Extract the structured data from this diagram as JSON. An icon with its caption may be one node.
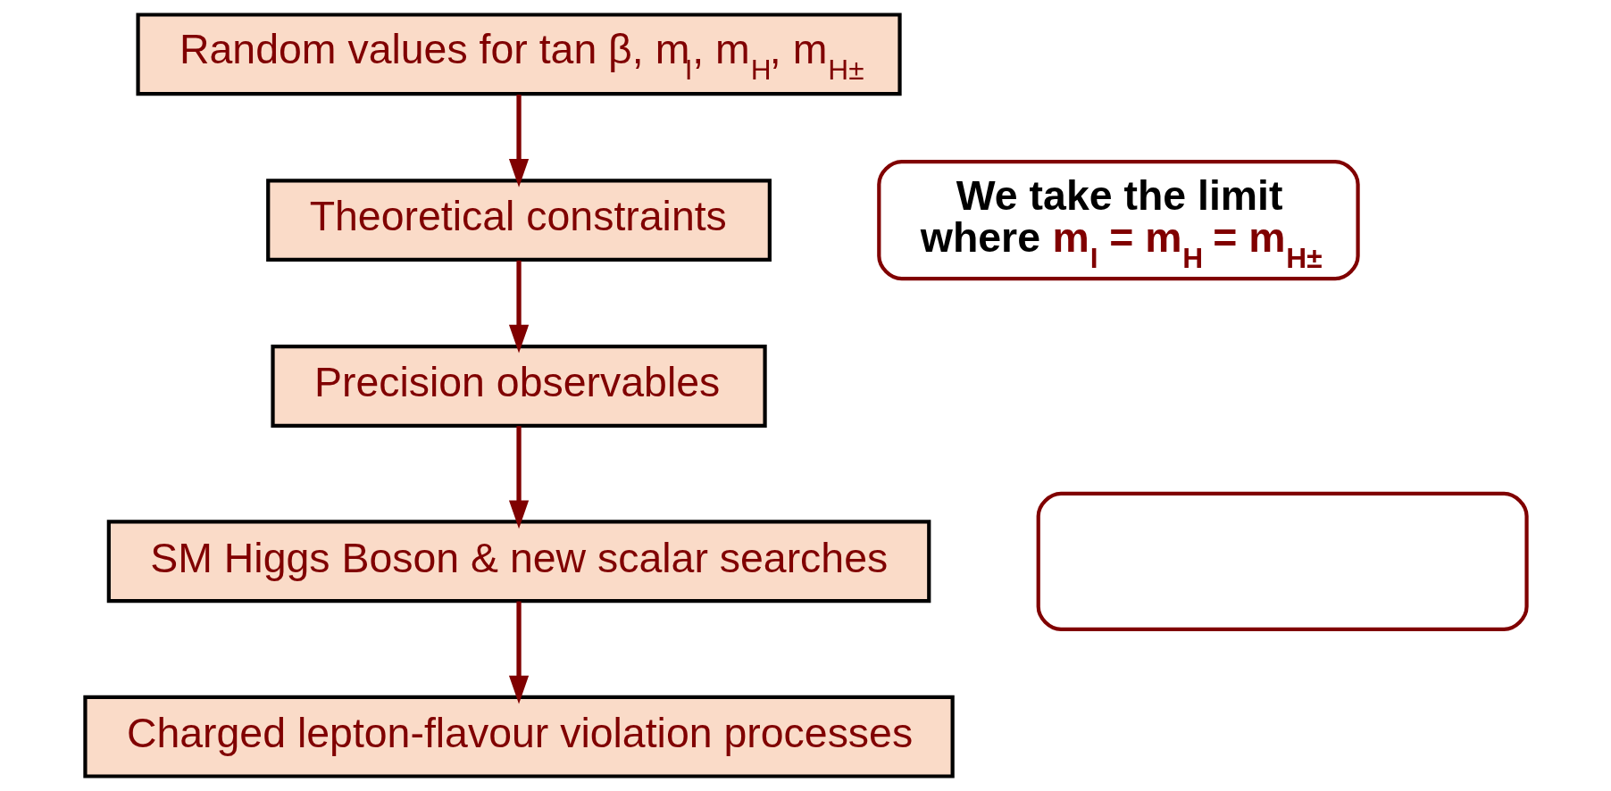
{
  "diagram": {
    "nodes": [
      {
        "text": [
          "Random values for tan β, m$_{I}$, m$_{H}$, m$_{H±}$"
        ]
      },
      {
        "text": [
          "Theoretical constraints"
        ]
      },
      {
        "text": [
          "Precision observables"
        ]
      },
      {
        "text": [
          "SM Higgs Boson & new scalar searches"
        ]
      },
      {
        "text": [
          "Charged lepton-flavour violation processes"
        ]
      },
      {
        "text": [
          "We take the limit where **m$_{I}$ = m$_{H}$ = m$_{H±}$**"
        ]
      },
      {
        "text": [],
        "shape": "box"
      }
    ],
    "edges": [
      {
        "from": 0,
        "to": 1,
        "arrow": "to"
      },
      {
        "from": 1,
        "to": 2,
        "arrow": "to"
      },
      {
        "from": 2,
        "to": 3,
        "arrow": "to"
      },
      {
        "from": 3,
        "to": 4,
        "arrow": "to"
      }
    ]
  }
}
